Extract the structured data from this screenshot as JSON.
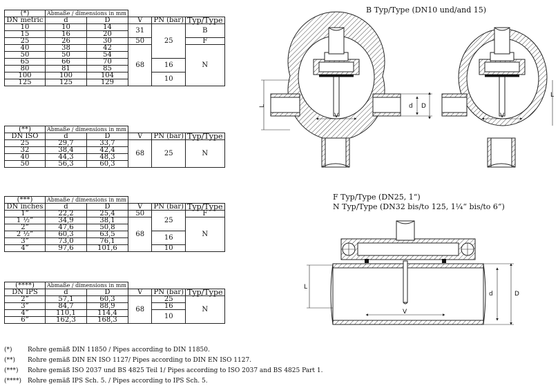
{
  "dim_header": "Abmaße / dimensions in mm",
  "table_metric": {
    "marker": "(*)",
    "columns": [
      "DN metric",
      "d",
      "D",
      "V",
      "PN (bar)",
      "Typ/Type"
    ],
    "rows": [
      [
        "10",
        "10",
        "14"
      ],
      [
        "15",
        "16",
        "20"
      ],
      [
        "25",
        "26",
        "30"
      ],
      [
        "40",
        "38",
        "42"
      ],
      [
        "50",
        "50",
        "54"
      ],
      [
        "65",
        "66",
        "70"
      ],
      [
        "80",
        "81",
        "85"
      ],
      [
        "100",
        "100",
        "104"
      ],
      [
        "125",
        "125",
        "129"
      ]
    ],
    "v": [
      "31",
      "50",
      "68"
    ],
    "pn": [
      "25",
      "16",
      "10"
    ],
    "type": [
      "B",
      "F",
      "N"
    ]
  },
  "table_iso": {
    "marker": "(**)",
    "columns": [
      "DN ISO",
      "d",
      "D",
      "V",
      "PN (bar)",
      "Typ/Type"
    ],
    "rows": [
      [
        "25",
        "29,7",
        "33,7"
      ],
      [
        "32",
        "38,4",
        "42,4"
      ],
      [
        "40",
        "44,3",
        "48,3"
      ],
      [
        "50",
        "56,3",
        "60,3"
      ]
    ],
    "v": "68",
    "pn": "25",
    "type": "N"
  },
  "table_inches": {
    "marker": "(***)",
    "columns": [
      "DN inches",
      "d",
      "D",
      "V",
      "PN (bar)",
      "Typ/Type"
    ],
    "rows": [
      [
        "1”",
        "22,2",
        "25,4"
      ],
      [
        "1 ½”",
        "34,9",
        "38,1"
      ],
      [
        "2”",
        "47,6",
        "50,8"
      ],
      [
        "2 ½”",
        "60,3",
        "63,5"
      ],
      [
        "3”",
        "73,0",
        "76,1"
      ],
      [
        "4”",
        "97,6",
        "101,6"
      ]
    ],
    "v": [
      "50",
      "68"
    ],
    "pn": [
      "25",
      "16",
      "10"
    ],
    "type": [
      "F",
      "N"
    ]
  },
  "table_ips": {
    "marker": "(****)",
    "columns": [
      "DN IPS",
      "d",
      "D",
      "V",
      "PN (bar)",
      "Typ/Type"
    ],
    "rows": [
      [
        "2”",
        "57,1",
        "60,3"
      ],
      [
        "3”",
        "84,7",
        "88,9"
      ],
      [
        "4”",
        "110,1",
        "114,4"
      ],
      [
        "6”",
        "162,3",
        "168,3"
      ]
    ],
    "v": "68",
    "pn": [
      "25",
      "16",
      "10"
    ],
    "type": "N"
  },
  "footnotes": [
    {
      "key": "(*)",
      "text": "Rohre gemäß DIN 11850 / Pipes according to DIN 11850."
    },
    {
      "key": "(**)",
      "text": "Rohre gemäß DIN EN ISO 1127/ Pipes according to DIN EN ISO 1127."
    },
    {
      "key": "(***)",
      "text": "Rohre gemäß ISO 2037 und BS 4825 Teil 1/ Pipes according to ISO 2037 and BS 4825 Part 1."
    },
    {
      "key": "(****)",
      "text": "Rohre gemäß IPS Sch. 5. / Pipes according to IPS Sch. 5."
    }
  ],
  "captions": {
    "b_type": "B Typ/Type (DN10 und/and 15)",
    "f_type": "F Typ/Type (DN25, 1“)",
    "n_type": "N Typ/Type (DN32 bis/to 125, 1¼“ bis/to 6“)"
  },
  "dim_labels": {
    "L": "L",
    "d": "d",
    "D": "D",
    "V": "V"
  }
}
